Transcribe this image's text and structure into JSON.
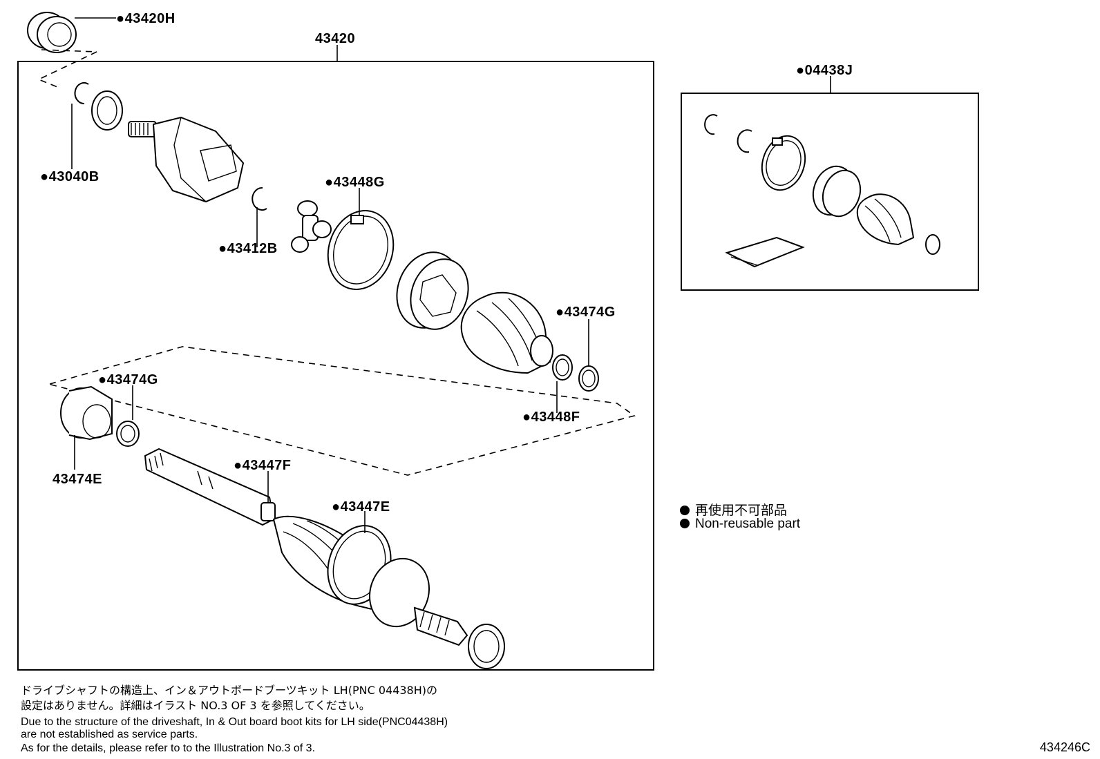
{
  "labels": {
    "p43420H": "●43420H",
    "p43420": "43420",
    "p43040B": "●43040B",
    "p43412B": "●43412B",
    "p43448G": "●43448G",
    "p43474G_top": "●43474G",
    "p43448F": "●43448F",
    "p43474G_left": "●43474G",
    "p43474E": "43474E",
    "p43447F": "●43447F",
    "p43447E": "●43447E",
    "p04438J": "●04438J"
  },
  "legend": {
    "jp": "再使用不可部品",
    "en": "Non-reusable part"
  },
  "notes": {
    "jp_line1": "ドライブシャフトの構造上、イン＆アウトボードブーツキット LH(PNC 04438H)の",
    "jp_line2": "設定はありません。詳細はイラスト NO.3 OF 3 を参照してください。",
    "en_line1": "Due to the structure of the driveshaft, In & Out board  boot kits for LH side(PNC04438H)",
    "en_line2": "are not established as service parts.",
    "en_line3": "As for the details, please refer to to the Illustration No.3 of 3."
  },
  "illustration_code": "434246C"
}
